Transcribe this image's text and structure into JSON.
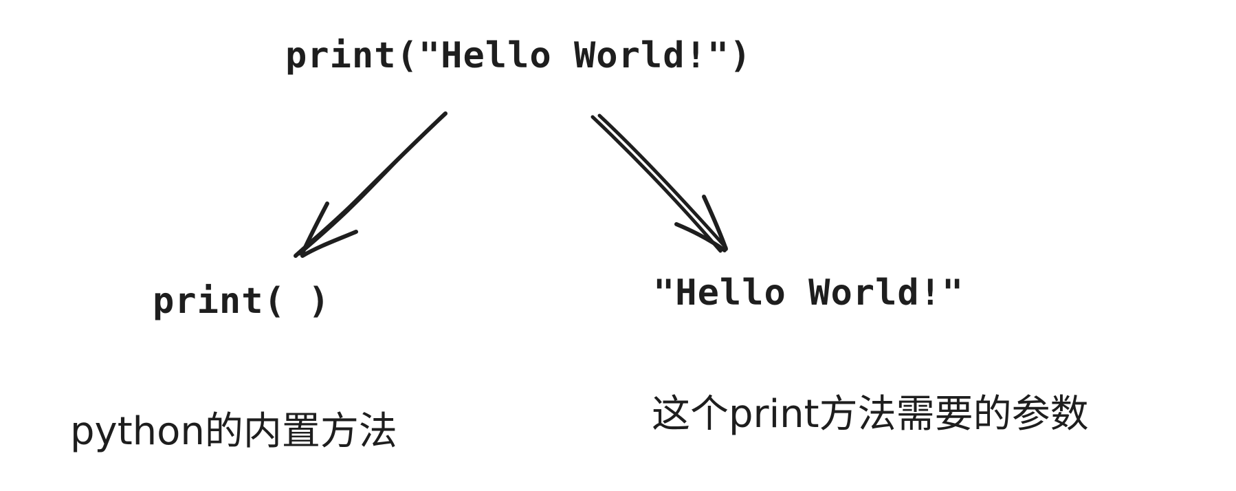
{
  "diagram": {
    "top_code": "print(\"Hello World!\")",
    "left_code": "print(    )",
    "right_code": "\"Hello World!\"",
    "left_caption": "python的内置方法",
    "right_caption": "这个print方法需要的参数"
  },
  "colors": {
    "ink": "#1e1e1e",
    "background": "#ffffff"
  }
}
